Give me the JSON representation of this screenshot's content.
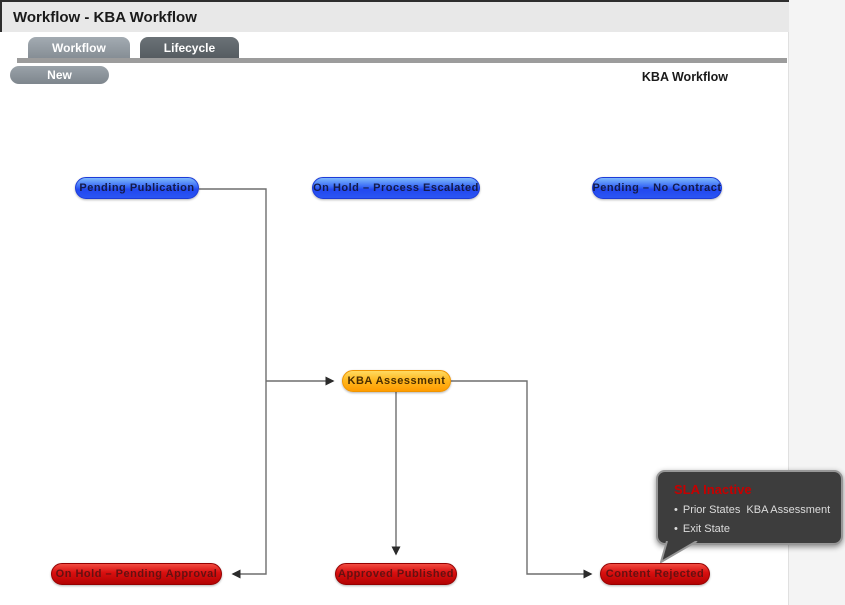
{
  "window": {
    "title": "Workflow - KBA Workflow"
  },
  "tabs": [
    {
      "label": "Workflow",
      "active": true
    },
    {
      "label": "Lifecycle",
      "active": false
    }
  ],
  "toolbar": {
    "new_button": "New"
  },
  "canvas": {
    "heading": "KBA Workflow",
    "nodes": [
      {
        "id": "pending-publication",
        "label": "Pending Publication",
        "type": "blue"
      },
      {
        "id": "on-hold-process-escalated",
        "label": "On Hold – Process Escalated",
        "type": "blue"
      },
      {
        "id": "pending-no-contract",
        "label": "Pending – No Contract",
        "type": "blue"
      },
      {
        "id": "kba-assessment",
        "label": "KBA Assessment",
        "type": "orange"
      },
      {
        "id": "on-hold-pending-approval",
        "label": "On Hold – Pending Approval",
        "type": "red"
      },
      {
        "id": "approved-published",
        "label": "Approved Published",
        "type": "red"
      },
      {
        "id": "content-rejected",
        "label": "Content Rejected",
        "type": "red"
      }
    ],
    "connections": [
      {
        "from": "pending-publication",
        "to": "kba-assessment"
      },
      {
        "from": "pending-publication",
        "to": "on-hold-pending-approval"
      },
      {
        "from": "kba-assessment",
        "to": "approved-published"
      },
      {
        "from": "kba-assessment",
        "to": "content-rejected"
      }
    ],
    "colors": {
      "entry_state": "#2b55f2",
      "middle_state": "#ffb71f",
      "exit_state": "#d91010",
      "connector": "#6e6e6e"
    }
  },
  "tooltip": {
    "title": "SLA Inactive",
    "title_color": "#c60000",
    "bullet": "•",
    "items": [
      "Prior States  KBA Assessment",
      "Exit State"
    ]
  }
}
